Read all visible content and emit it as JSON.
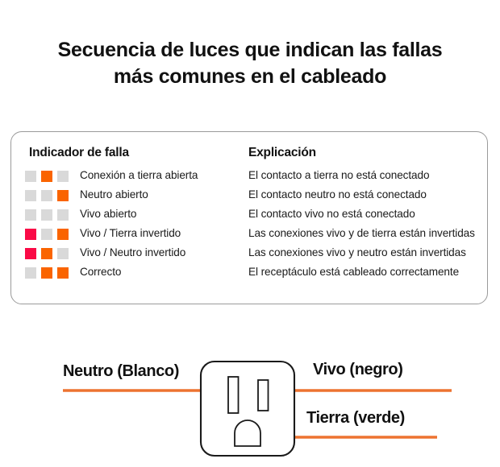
{
  "title": {
    "line1": "Secuencia de luces que indican las fallas",
    "line2": "más comunes en el cableado"
  },
  "colors": {
    "led_off": "#d9d9d9",
    "led_orange": "#fa6400",
    "led_red": "#fa0a46",
    "accent_orange": "#ed7330",
    "card_border": "#9a9a9a",
    "text": "#1a1a1a",
    "background": "#ffffff"
  },
  "table": {
    "headers": {
      "indicator": "Indicador de falla",
      "explanation": "Explicación"
    },
    "rows": [
      {
        "leds": [
          "off",
          "orange",
          "off"
        ],
        "label": "Conexión a tierra abierta",
        "explanation": "El contacto a tierra no está conectado"
      },
      {
        "leds": [
          "off",
          "off",
          "orange"
        ],
        "label": "Neutro abierto",
        "explanation": "El contacto neutro no está conectado"
      },
      {
        "leds": [
          "off",
          "off",
          "off"
        ],
        "label": "Vivo abierto",
        "explanation": "El contacto vivo no está conectado"
      },
      {
        "leds": [
          "red",
          "off",
          "orange"
        ],
        "label": "Vivo / Tierra invertido",
        "explanation": "Las conexiones vivo y de tierra están invertidas"
      },
      {
        "leds": [
          "red",
          "orange",
          "off"
        ],
        "label": "Vivo / Neutro invertido",
        "explanation": "Las conexiones vivo y neutro están invertidas"
      },
      {
        "leds": [
          "off",
          "orange",
          "orange"
        ],
        "label": "Correcto",
        "explanation": "El receptáculo está cableado correctamente"
      }
    ]
  },
  "diagram": {
    "labels": {
      "neutral": "Neutro (Blanco)",
      "hot": "Vivo (negro)",
      "ground": "Tierra (verde)"
    }
  }
}
